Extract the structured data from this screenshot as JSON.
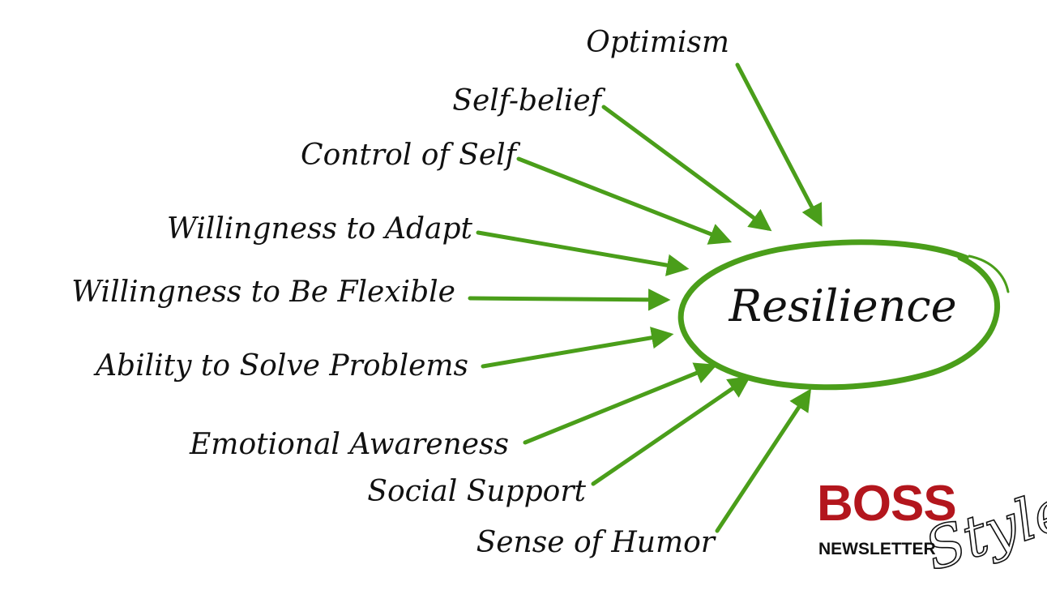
{
  "diagram": {
    "center": {
      "label": "Resilience"
    },
    "factors": [
      {
        "label": "Optimism"
      },
      {
        "label": "Self-belief"
      },
      {
        "label": "Control of Self"
      },
      {
        "label": "Willingness to Adapt"
      },
      {
        "label": "Willingness to Be Flexible"
      },
      {
        "label": "Ability to Solve Problems"
      },
      {
        "label": "Emotional Awareness"
      },
      {
        "label": "Social Support"
      },
      {
        "label": "Sense of Humor"
      }
    ]
  },
  "brand": {
    "name": "BOSS",
    "script_word": "Style",
    "sub": "NEWSLETTER"
  },
  "colors": {
    "arrow": "#4a9e1a",
    "text": "#111111",
    "brand_red": "#b3161d"
  }
}
